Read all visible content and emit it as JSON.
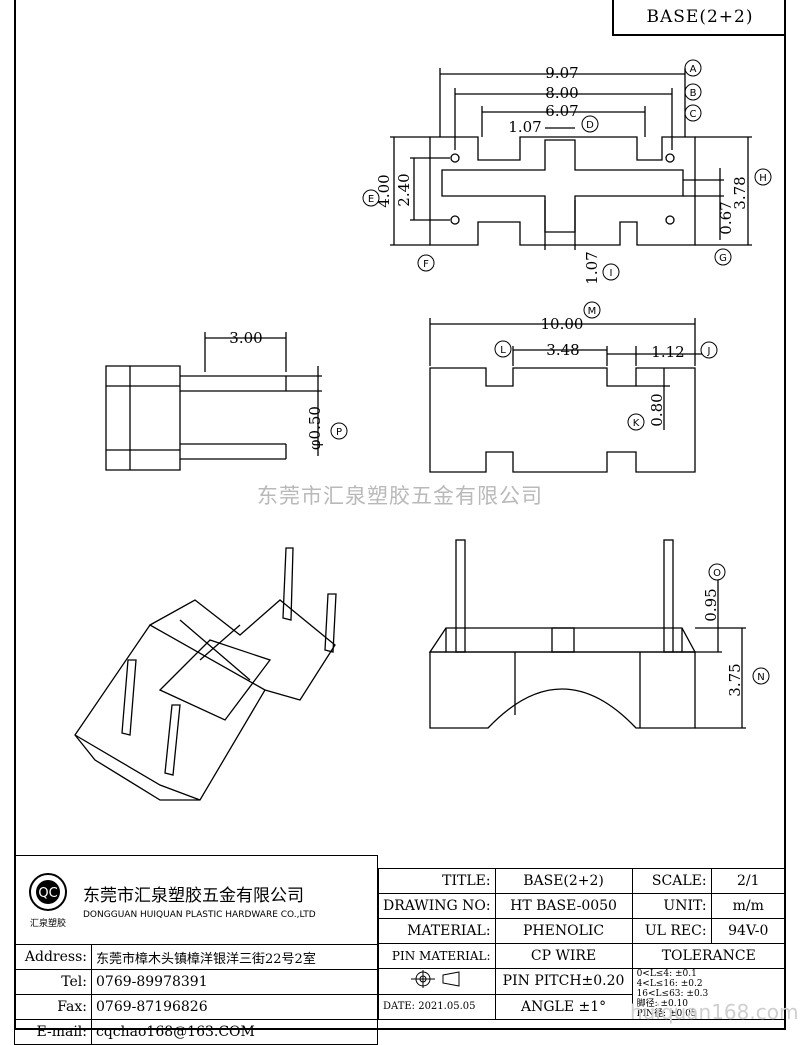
{
  "header": {
    "part_code": "BASE(2+2)"
  },
  "watermark": {
    "company_cn": "东莞市汇泉塑胶五金有限公司",
    "url_fragment": "huiquan168.com"
  },
  "top_view": {
    "dims": {
      "a": "9.07",
      "b": "8.00",
      "c": "6.07",
      "d": "1.07",
      "e": "4.00",
      "f": "2.40",
      "h": "3.78",
      "g": "0.67",
      "i": "1.07"
    },
    "markers": {
      "a": "A",
      "b": "B",
      "c": "C",
      "d": "D",
      "e": "E",
      "f": "F",
      "g": "G",
      "h": "H",
      "i": "I"
    }
  },
  "side_view": {
    "dims": {
      "len": "3.00",
      "dia": "φ0.50"
    },
    "markers": {
      "p": "P"
    }
  },
  "front_view": {
    "dims": {
      "m": "10.00",
      "l": "3.48",
      "j": "1.12",
      "k": "0.80"
    },
    "markers": {
      "m": "M",
      "l": "L",
      "j": "J",
      "k": "K"
    }
  },
  "elev_view": {
    "dims": {
      "o": "0.95",
      "n": "3.75"
    },
    "markers": {
      "o": "O",
      "n": "N"
    }
  },
  "title_block": {
    "company_cn": "东莞市汇泉塑胶五金有限公司",
    "company_en": "DONGGUAN HUIQUAN PLASTIC HARDWARE CO.,LTD",
    "logo_text": "汇泉塑胶",
    "logo_letters": "QC",
    "address_label": "Address:",
    "address": "东莞市樟木头镇樟洋银洋三街22号2室",
    "tel_label": "Tel:",
    "tel": "0769-89978391",
    "fax_label": "Fax:",
    "fax": "0769-87196826",
    "email_label": "E-mail:",
    "email": "cqchao168@163.COM",
    "title_label": "TITLE:",
    "title": "BASE(2+2)",
    "scale_label": "SCALE:",
    "scale": "2/1",
    "drawing_no_label": "DRAWING NO:",
    "drawing_no": "HT BASE-0050",
    "unit_label": "UNIT:",
    "unit": "m/m",
    "material_label": "MATERIAL:",
    "material": "PHENOLIC",
    "ul_rec_label": "UL REC:",
    "ul_rec": "94V-0",
    "pin_material_label": "PIN MATERIAL:",
    "pin_material": "CP WIRE",
    "tolerance_label": "TOLERANCE",
    "date": "DATE: 2021.05.05",
    "pin_pitch": "PIN PITCH±0.20",
    "angle": "ANGLE ±1°",
    "tol_line1": "0<L≤4: ±0.1",
    "tol_line2": "4<L≤16: ±0.2",
    "tol_line3": "16<L≤63: ±0.3",
    "tol_pin1": "脚径: ±0.10",
    "tol_pin2": "PIN径: ±0.05"
  }
}
